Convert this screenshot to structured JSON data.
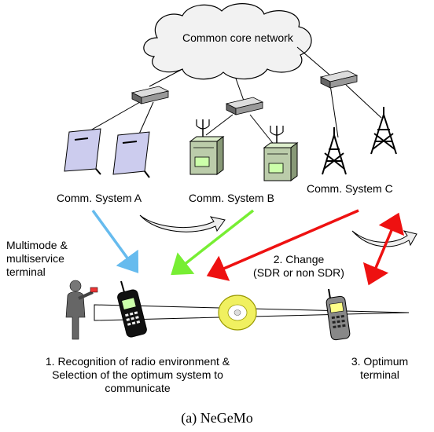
{
  "labels": {
    "core_network": "Common core network",
    "system_a": "Comm. System A",
    "system_b": "Comm. System B",
    "system_c": "Comm. System C",
    "multimode_line1": "Multimode &",
    "multimode_line2": "multiservice",
    "multimode_line3": "terminal",
    "change_line1": "2. Change",
    "change_line2": "(SDR or non SDR)",
    "recognition_line1": "1. Recognition of radio environment &",
    "recognition_line2": "Selection of the optimum system to",
    "recognition_line3": "communicate",
    "optimum_line1": "3. Optimum",
    "optimum_line2": "terminal",
    "caption": "(a) NeGeMo"
  },
  "colors": {
    "arrow_a": "#66bbee",
    "arrow_b": "#77ee33",
    "arrow_c": "#ee1111",
    "cloud_fill": "#f2f2f2",
    "terminal_fill": "#ccccee",
    "server_fill": "#bbccaa",
    "screen_green": "#ccffaa",
    "disc_yellow": "#f0f060"
  }
}
